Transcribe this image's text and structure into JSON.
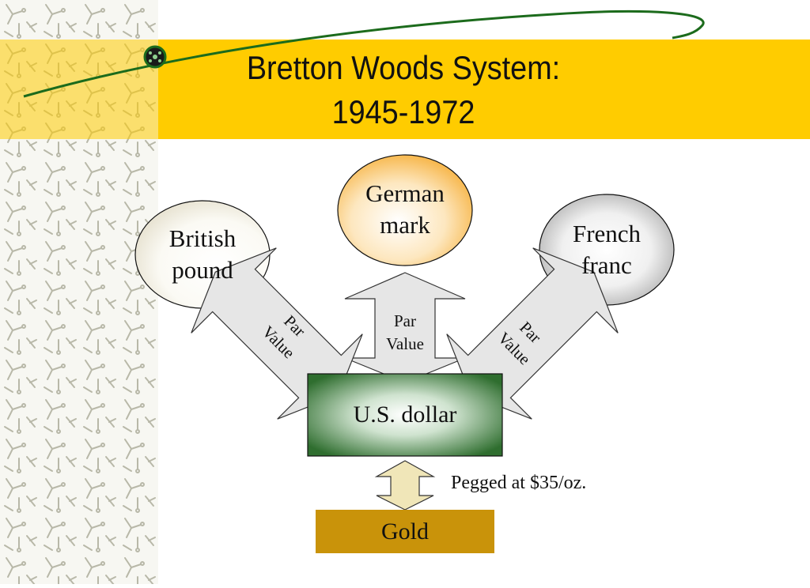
{
  "slide": {
    "title_line1": "Bretton Woods System:",
    "title_line2": "1945-1972"
  },
  "currencies": {
    "german": {
      "line1": "German",
      "line2": "mark"
    },
    "british": {
      "line1": "British",
      "line2": "pound"
    },
    "french": {
      "line1": "French",
      "line2": "franc"
    }
  },
  "par_value": {
    "line1": "Par",
    "line2": "Value"
  },
  "us_dollar_label": "U.S. dollar",
  "gold_label": "Gold",
  "peg_label": "Pegged at $35/oz.",
  "colors": {
    "title_band": "#ffcc00",
    "dollar_box": "#2f6e2f",
    "gold_box": "#c9930a",
    "arrow_fill": "#e6e6e6",
    "gold_arrow_fill": "#f0e6b8",
    "curve": "#1c6b1c"
  }
}
